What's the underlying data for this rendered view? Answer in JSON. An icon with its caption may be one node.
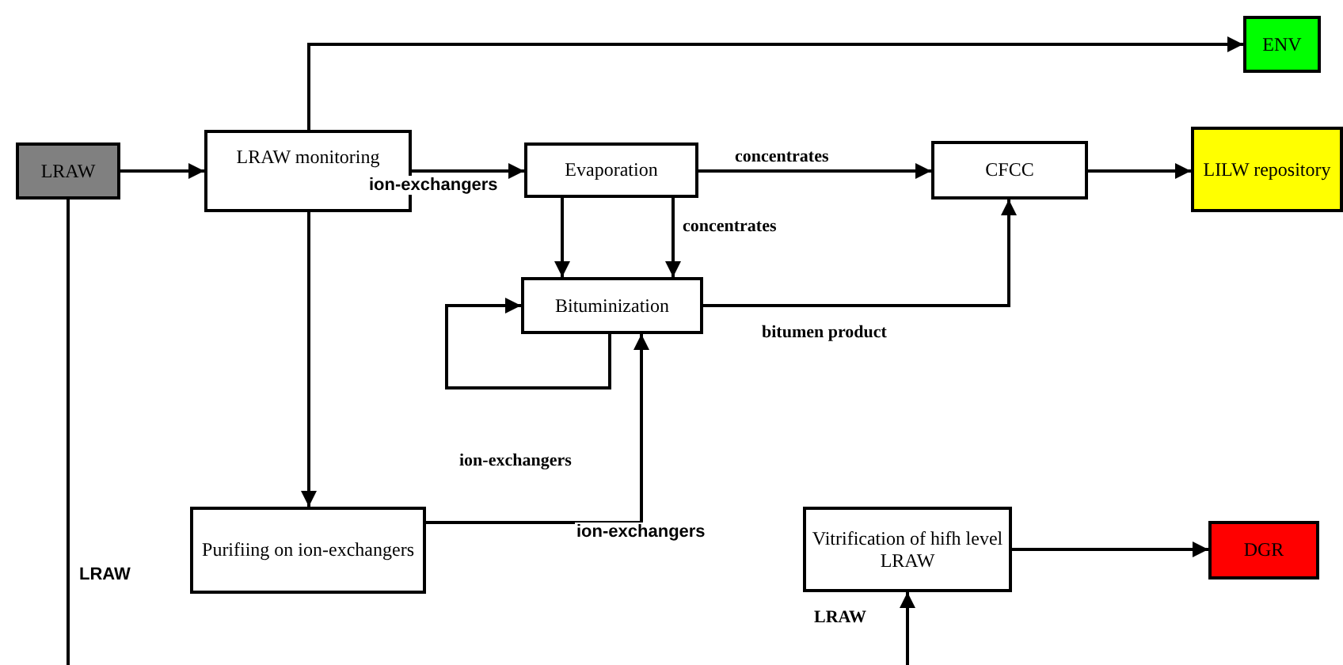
{
  "diagram": {
    "nodes": [
      {
        "text": [
          "LRAW"
        ]
      },
      {
        "text": [
          "LRAW monitoring"
        ]
      },
      {
        "text": [
          "Evaporation"
        ]
      },
      {
        "text": [
          "CFCC"
        ]
      },
      {
        "text": [
          "LILW repository"
        ]
      },
      {
        "text": [
          "ENV"
        ]
      },
      {
        "text": [
          "Bituminization"
        ]
      },
      {
        "text": [
          "Purifiing on ion-exchangers"
        ]
      },
      {
        "text": [
          "Vitrification of hifh level LRAW"
        ]
      },
      {
        "text": [
          "DGR"
        ]
      }
    ],
    "edges": [
      {
        "from": 0,
        "to": 1,
        "arrow": "to"
      },
      {
        "from": 1,
        "to": 5,
        "arrow": "to"
      },
      {
        "from": 1,
        "to": 2,
        "arrow": "to"
      },
      {
        "from": 2,
        "to": 3,
        "arrow": "to",
        "label": "concentrates"
      },
      {
        "from": 3,
        "to": 4,
        "arrow": "to"
      },
      {
        "from": 2,
        "to": 6,
        "arrow": "to"
      },
      {
        "from": 2,
        "to": 6,
        "arrow": "to",
        "label": "concentrates"
      },
      {
        "from": 6,
        "to": 3,
        "arrow": "to",
        "label": "bitumen product"
      },
      {
        "from": 6,
        "to": 6,
        "arrow": "to"
      },
      {
        "from": 1,
        "to": 7,
        "arrow": "to"
      },
      {
        "from": 7,
        "to": 6,
        "arrow": "to"
      },
      {
        "from": 8,
        "to": 9,
        "arrow": "to"
      },
      {
        "from": 0,
        "to": null,
        "arrow": "none"
      },
      {
        "from": null,
        "to": 8,
        "arrow": "to"
      }
    ],
    "labels": [
      "ion-exchangers",
      "ion-exchangers",
      "ion-exchangers",
      "LRAW",
      "LRAW"
    ]
  }
}
